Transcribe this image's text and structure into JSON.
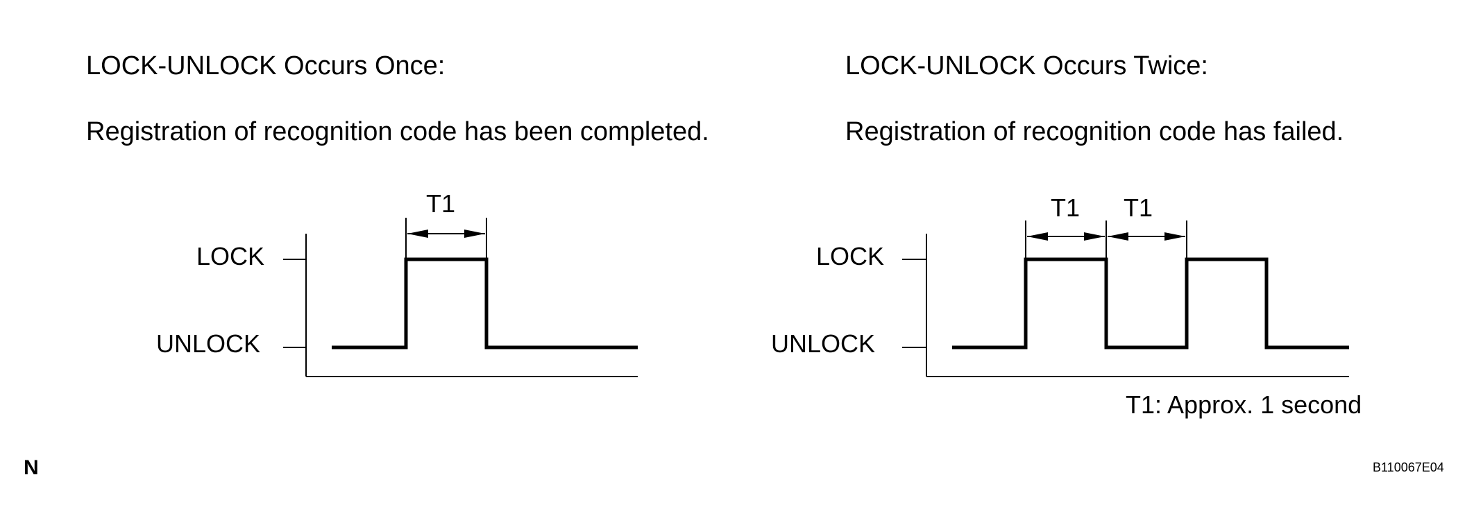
{
  "left_panel": {
    "title": "LOCK-UNLOCK Occurs Once:",
    "subtitle": "Registration of recognition code has been completed.",
    "y_label_high": "LOCK",
    "y_label_low": "UNLOCK",
    "interval_label": "T1",
    "pulse_count": 1
  },
  "right_panel": {
    "title": "LOCK-UNLOCK Occurs Twice:",
    "subtitle": "Registration of recognition code has failed.",
    "y_label_high": "LOCK",
    "y_label_low": "UNLOCK",
    "interval_label_1": "T1",
    "interval_label_2": "T1",
    "pulse_count": 2,
    "note": "T1: Approx. 1 second"
  },
  "corner_mark": "N",
  "figure_code": "B110067E04"
}
